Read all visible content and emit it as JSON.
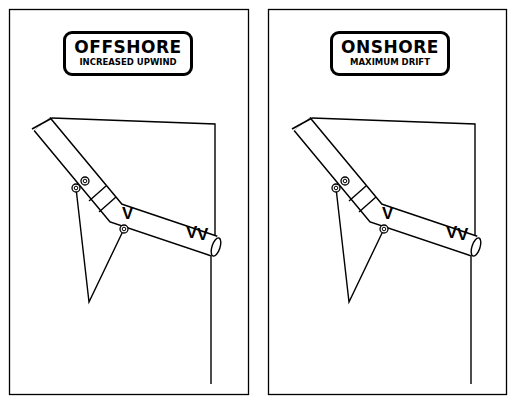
{
  "diagram": {
    "nodes": [
      {
        "text": [
          "OFFSHORE",
          "INCREASED UPWIND"
        ]
      },
      {
        "text": [
          "ONSHORE",
          "MAXIMUM DRIFT"
        ]
      }
    ],
    "labels": [
      "V",
      "V",
      "V",
      "V",
      "V",
      "V"
    ]
  }
}
